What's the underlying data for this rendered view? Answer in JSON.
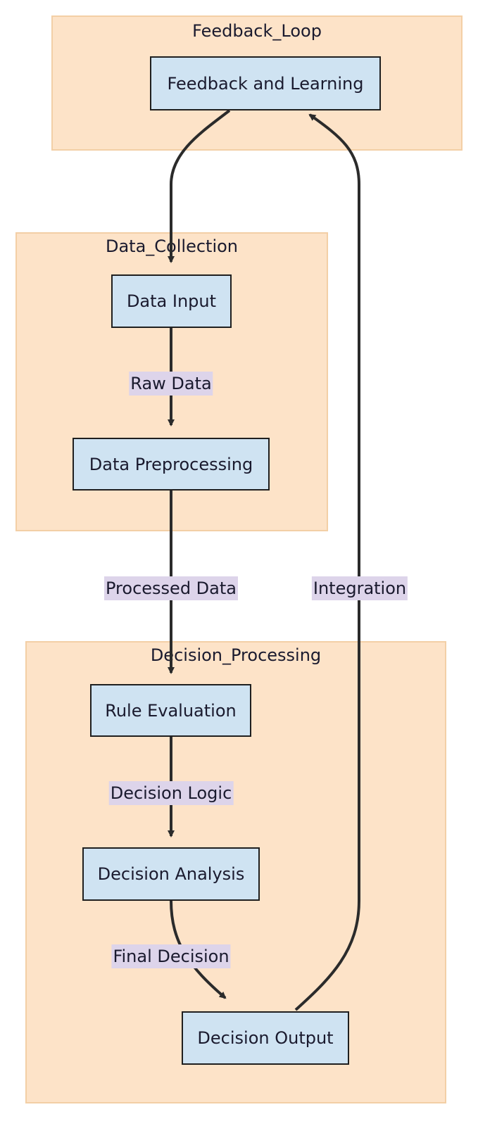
{
  "groups": {
    "feedback_loop": "Feedback_Loop",
    "data_collection": "Data_Collection",
    "decision_processing": "Decision_Processing"
  },
  "nodes": {
    "feedback_learning": "Feedback and Learning",
    "data_input": "Data Input",
    "data_preprocessing": "Data Preprocessing",
    "rule_evaluation": "Rule Evaluation",
    "decision_analysis": "Decision Analysis",
    "decision_output": "Decision Output"
  },
  "edges": {
    "raw_data": "Raw Data",
    "processed_data": "Processed Data",
    "decision_logic": "Decision Logic",
    "final_decision": "Final Decision",
    "integration": "Integration"
  }
}
